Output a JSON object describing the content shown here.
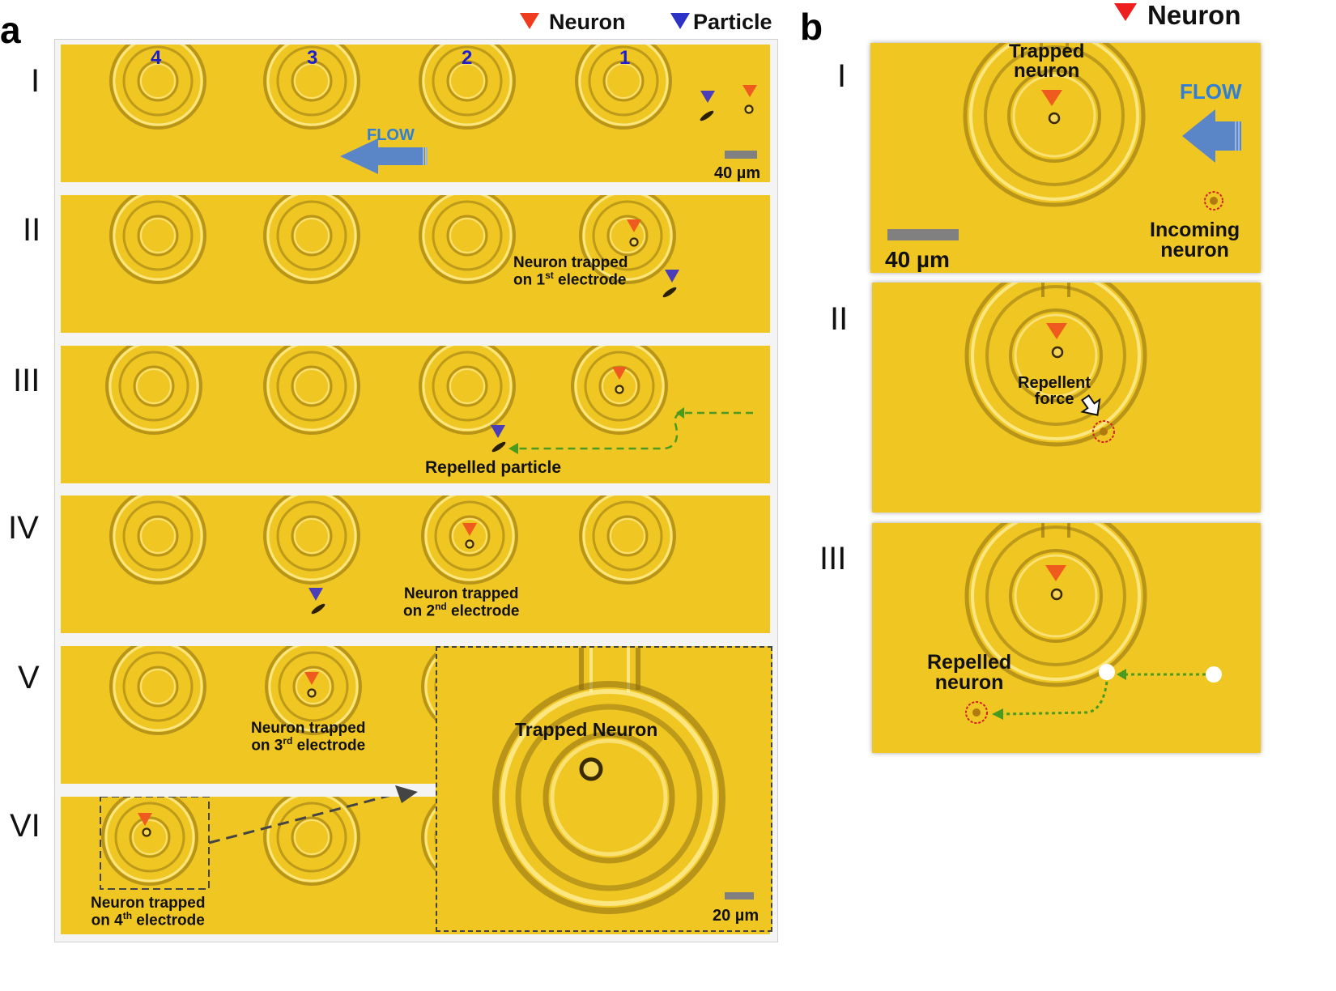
{
  "panel_a": {
    "label": "a",
    "legend": {
      "neuron": "Neuron",
      "particle": "Particle"
    },
    "colors": {
      "neuron_marker": "#ef3b1e",
      "particle_marker": "#2e33c8",
      "background": "#f0c623",
      "flow_arrow": "#5a86c8",
      "path_arrow": "#4a9a1f"
    },
    "electrode_numbers": [
      "4",
      "3",
      "2",
      "1"
    ],
    "rows": [
      {
        "roman": "I",
        "flow": "FLOW",
        "scale": "40 µm"
      },
      {
        "roman": "II",
        "caption_line1": "Neuron trapped",
        "caption_pre": "on 1",
        "caption_sup": "st",
        "caption_post": " electrode"
      },
      {
        "roman": "III",
        "caption": "Repelled particle"
      },
      {
        "roman": "IV",
        "caption_line1": "Neuron trapped",
        "caption_pre": "on 2",
        "caption_sup": "nd",
        "caption_post": " electrode"
      },
      {
        "roman": "V",
        "caption_line1": "Neuron trapped",
        "caption_pre": "on 3",
        "caption_sup": "rd",
        "caption_post": " electrode"
      },
      {
        "roman": "VI",
        "caption_line1": "Neuron trapped",
        "caption_pre": "on 4",
        "caption_sup": "th",
        "caption_post": " electrode"
      }
    ],
    "inset": {
      "caption": "Trapped Neuron",
      "scale": "20 µm"
    }
  },
  "panel_b": {
    "label": "b",
    "legend": {
      "neuron": "Neuron"
    },
    "rows": [
      {
        "roman": "I",
        "trapped_line1": "Trapped",
        "trapped_line2": "neuron",
        "flow": "FLOW",
        "incoming_line1": "Incoming",
        "incoming_line2": "neuron",
        "scale": "40 µm"
      },
      {
        "roman": "II",
        "force_line1": "Repellent",
        "force_line2": "force"
      },
      {
        "roman": "III",
        "repelled_line1": "Repelled",
        "repelled_line2": "neuron"
      }
    ]
  }
}
